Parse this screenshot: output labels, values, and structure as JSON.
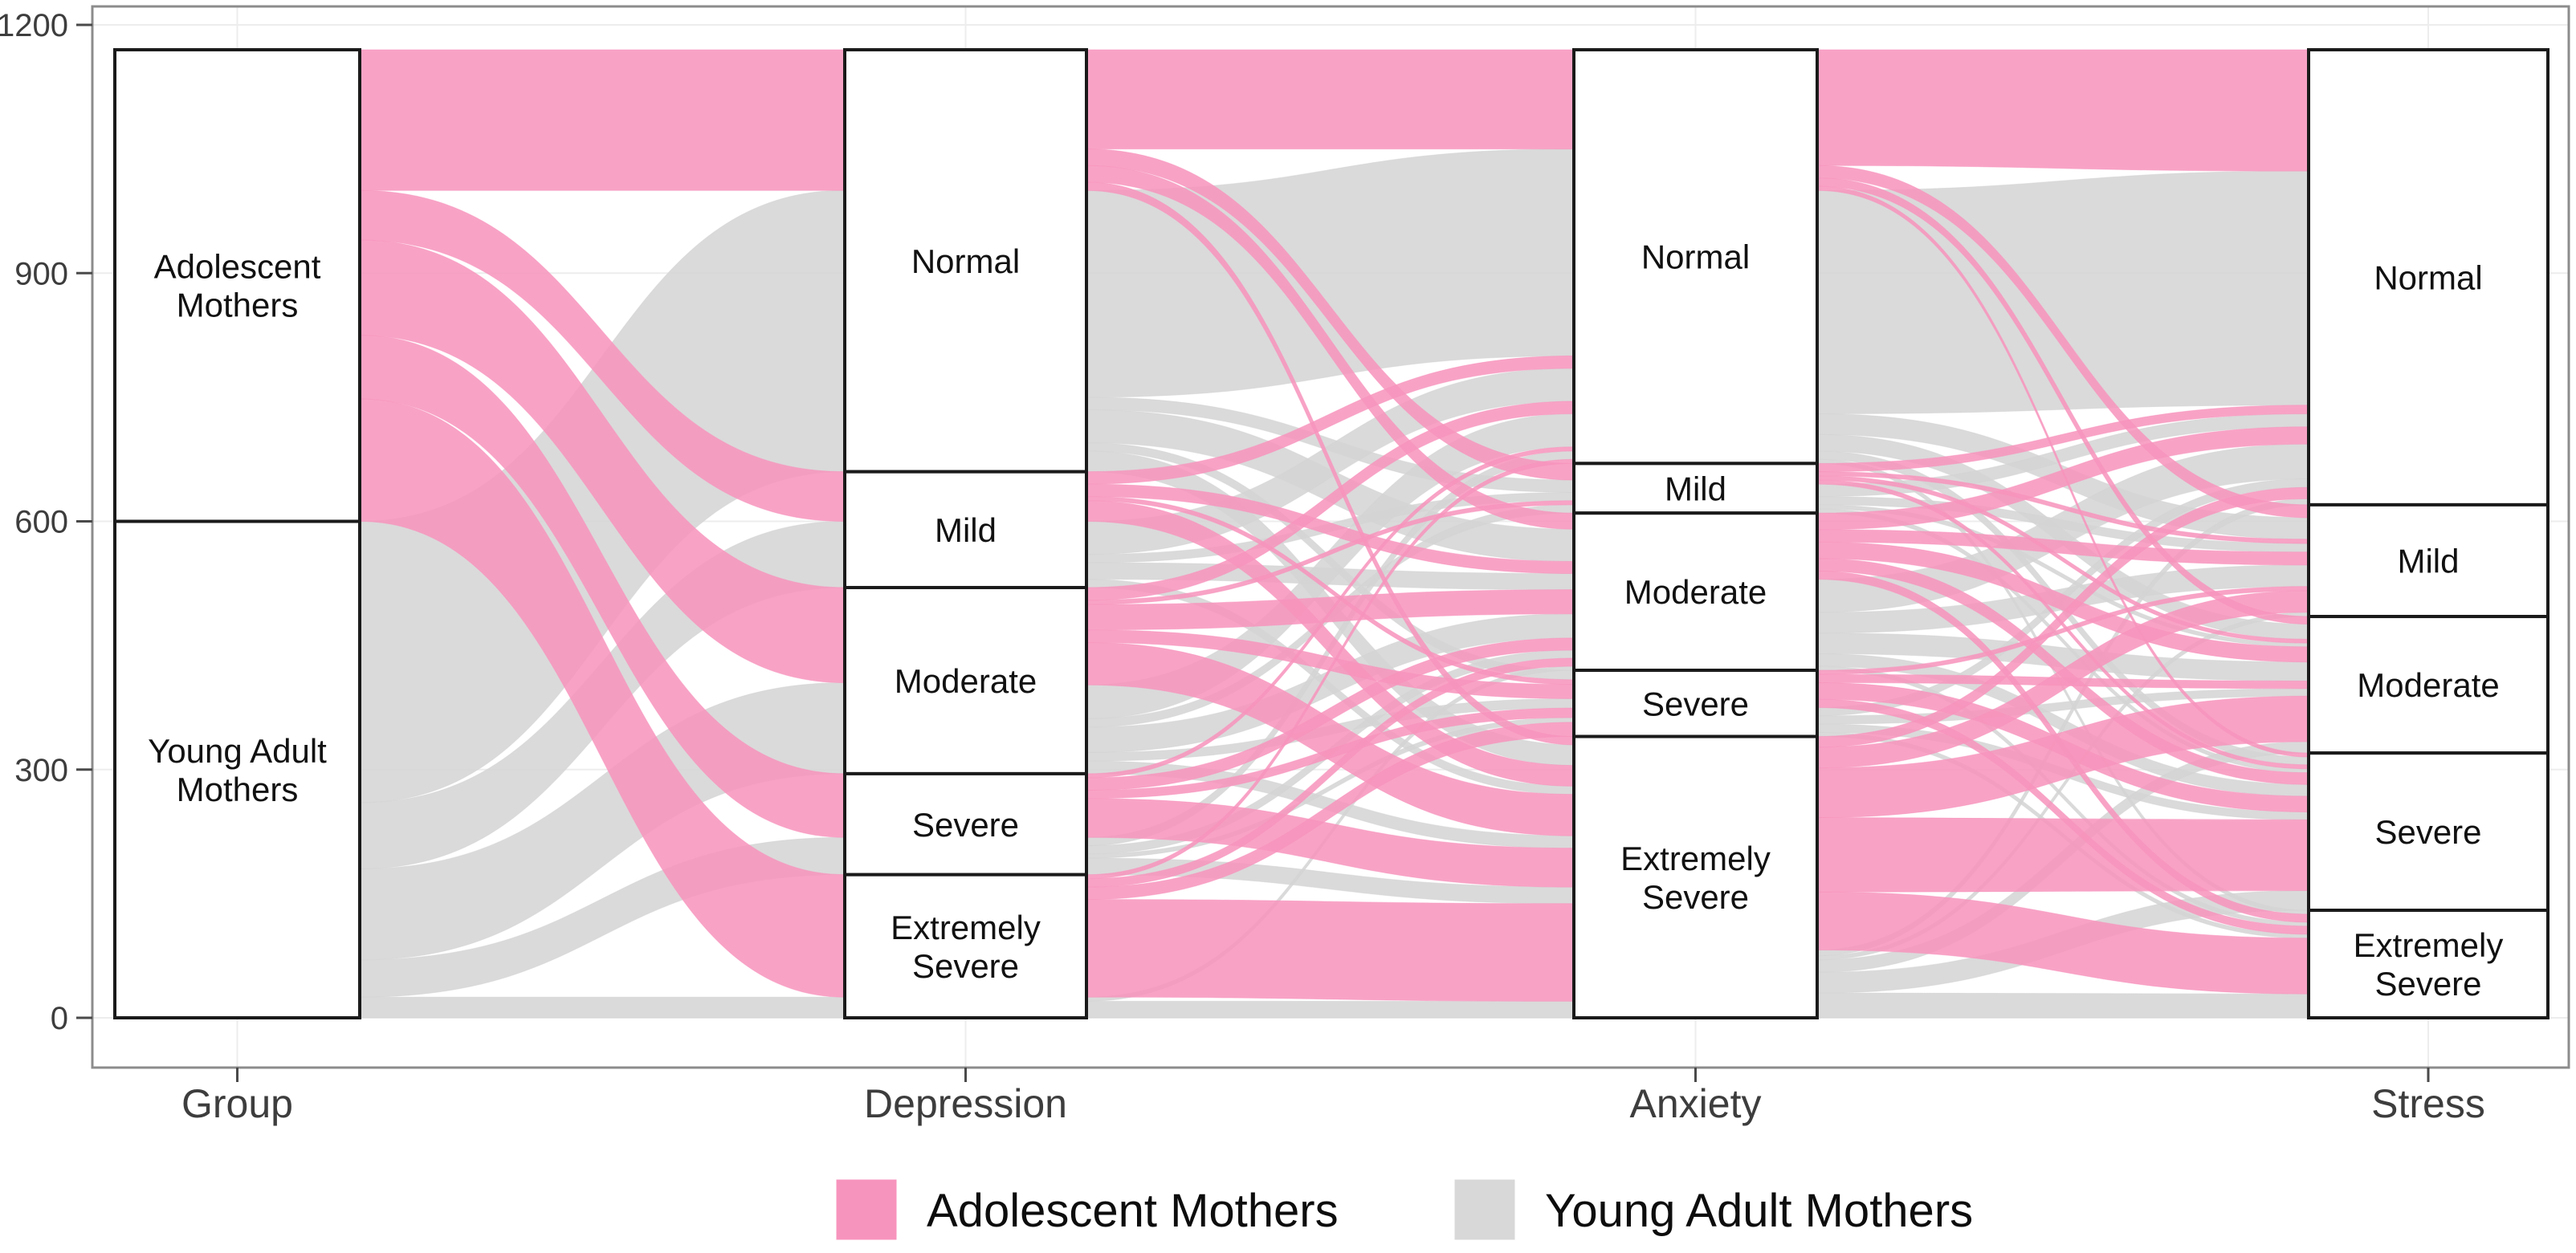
{
  "figure": {
    "background": "#ffffff",
    "panel_border_color": "#8c8c8c",
    "gridline_color": "#ededed",
    "stratum_fill": "#ffffff",
    "stratum_border": "#1a1a1a",
    "tick_color": "#4a4a4a",
    "axis_text_color": "#3d3d3d"
  },
  "y_axis": {
    "tick_labels": [
      "0",
      "300",
      "600",
      "900",
      "1200"
    ],
    "tick_values": [
      0,
      300,
      600,
      900,
      1200
    ]
  },
  "x_axis": {
    "labels": [
      "Group",
      "Depression",
      "Anxiety",
      "Stress"
    ]
  },
  "legend": {
    "items": [
      {
        "label": "Adolescent Mothers",
        "color": "#f794bd"
      },
      {
        "label": "Young Adult Mothers",
        "color": "#d8d8d8"
      }
    ]
  },
  "chart_data": {
    "type": "alluvial",
    "title": "",
    "xlabel": "",
    "ylabel": "",
    "ylim": [
      0,
      1200
    ],
    "total_sample_estimate": 1170,
    "legend_position": "bottom",
    "grid": "faint major gridlines",
    "axes": [
      {
        "name": "Group",
        "strata": [
          {
            "label": "Adolescent Mothers",
            "label_lines": [
              "Adolescent",
              "Mothers"
            ],
            "value": 570
          },
          {
            "label": "Young Adult Mothers",
            "label_lines": [
              "Young Adult",
              "Mothers"
            ],
            "value": 600
          }
        ]
      },
      {
        "name": "Depression",
        "strata": [
          {
            "label": "Normal",
            "label_lines": [
              "Normal"
            ],
            "value": 510
          },
          {
            "label": "Mild",
            "label_lines": [
              "Mild"
            ],
            "value": 140
          },
          {
            "label": "Moderate",
            "label_lines": [
              "Moderate"
            ],
            "value": 225
          },
          {
            "label": "Severe",
            "label_lines": [
              "Severe"
            ],
            "value": 122
          },
          {
            "label": "Extremely Severe",
            "label_lines": [
              "Extremely",
              "Severe"
            ],
            "value": 173
          }
        ]
      },
      {
        "name": "Anxiety",
        "strata": [
          {
            "label": "Normal",
            "label_lines": [
              "Normal"
            ],
            "value": 500
          },
          {
            "label": "Mild",
            "label_lines": [
              "Mild"
            ],
            "value": 60
          },
          {
            "label": "Moderate",
            "label_lines": [
              "Moderate"
            ],
            "value": 190
          },
          {
            "label": "Severe",
            "label_lines": [
              "Severe"
            ],
            "value": 80
          },
          {
            "label": "Extremely Severe",
            "label_lines": [
              "Extremely",
              "Severe"
            ],
            "value": 340
          }
        ]
      },
      {
        "name": "Stress",
        "strata": [
          {
            "label": "Normal",
            "label_lines": [
              "Normal"
            ],
            "value": 550
          },
          {
            "label": "Mild",
            "label_lines": [
              "Mild"
            ],
            "value": 135
          },
          {
            "label": "Moderate",
            "label_lines": [
              "Moderate"
            ],
            "value": 165
          },
          {
            "label": "Severe",
            "label_lines": [
              "Severe"
            ],
            "value": 190
          },
          {
            "label": "Extremely Severe",
            "label_lines": [
              "Extremely",
              "Severe"
            ],
            "value": 130
          }
        ]
      }
    ],
    "groups": [
      {
        "name": "Adolescent Mothers",
        "color": "#f794bd"
      },
      {
        "name": "Young Adult Mothers",
        "color": "#d4d4d4"
      }
    ],
    "flows_note": "values estimated from ribbon thicknesses; format [gap, from_stratum, to_stratum, group, value]",
    "flows": [
      [
        0,
        0,
        0,
        0,
        170
      ],
      [
        0,
        0,
        1,
        0,
        60
      ],
      [
        0,
        0,
        2,
        0,
        115
      ],
      [
        0,
        0,
        3,
        0,
        77
      ],
      [
        0,
        0,
        4,
        0,
        148
      ],
      [
        0,
        1,
        0,
        1,
        340
      ],
      [
        0,
        1,
        1,
        1,
        80
      ],
      [
        0,
        1,
        2,
        1,
        110
      ],
      [
        0,
        1,
        3,
        1,
        45
      ],
      [
        0,
        1,
        4,
        1,
        25
      ],
      [
        1,
        0,
        0,
        0,
        120
      ],
      [
        1,
        0,
        1,
        0,
        20
      ],
      [
        1,
        0,
        2,
        0,
        20
      ],
      [
        1,
        0,
        4,
        0,
        10
      ],
      [
        1,
        0,
        0,
        1,
        250
      ],
      [
        1,
        0,
        1,
        1,
        15
      ],
      [
        1,
        0,
        2,
        1,
        40
      ],
      [
        1,
        0,
        3,
        1,
        10
      ],
      [
        1,
        0,
        4,
        1,
        25
      ],
      [
        1,
        1,
        0,
        0,
        15
      ],
      [
        1,
        1,
        2,
        0,
        15
      ],
      [
        1,
        1,
        3,
        0,
        5
      ],
      [
        1,
        1,
        4,
        0,
        25
      ],
      [
        1,
        1,
        0,
        1,
        40
      ],
      [
        1,
        1,
        1,
        1,
        10
      ],
      [
        1,
        1,
        2,
        1,
        20
      ],
      [
        1,
        1,
        4,
        1,
        10
      ],
      [
        1,
        2,
        0,
        0,
        15
      ],
      [
        1,
        2,
        1,
        0,
        5
      ],
      [
        1,
        2,
        2,
        0,
        30
      ],
      [
        1,
        2,
        3,
        0,
        15
      ],
      [
        1,
        2,
        4,
        0,
        50
      ],
      [
        1,
        2,
        0,
        1,
        40
      ],
      [
        1,
        2,
        1,
        1,
        10
      ],
      [
        1,
        2,
        2,
        1,
        30
      ],
      [
        1,
        2,
        3,
        1,
        10
      ],
      [
        1,
        2,
        4,
        1,
        15
      ],
      [
        1,
        3,
        0,
        0,
        5
      ],
      [
        1,
        3,
        2,
        0,
        15
      ],
      [
        1,
        3,
        3,
        0,
        10
      ],
      [
        1,
        3,
        4,
        0,
        47
      ],
      [
        1,
        3,
        0,
        1,
        10
      ],
      [
        1,
        3,
        2,
        1,
        10
      ],
      [
        1,
        3,
        3,
        1,
        5
      ],
      [
        1,
        3,
        4,
        1,
        20
      ],
      [
        1,
        4,
        0,
        0,
        5
      ],
      [
        1,
        4,
        2,
        0,
        10
      ],
      [
        1,
        4,
        3,
        0,
        15
      ],
      [
        1,
        4,
        4,
        0,
        118
      ],
      [
        1,
        4,
        2,
        1,
        5
      ],
      [
        1,
        4,
        4,
        1,
        20
      ],
      [
        2,
        0,
        0,
        0,
        140
      ],
      [
        2,
        0,
        1,
        0,
        15
      ],
      [
        2,
        0,
        2,
        0,
        10
      ],
      [
        2,
        0,
        3,
        0,
        5
      ],
      [
        2,
        0,
        0,
        1,
        270
      ],
      [
        2,
        0,
        1,
        1,
        25
      ],
      [
        2,
        0,
        2,
        1,
        20
      ],
      [
        2,
        0,
        3,
        1,
        10
      ],
      [
        2,
        0,
        4,
        1,
        5
      ],
      [
        2,
        1,
        0,
        0,
        10
      ],
      [
        2,
        1,
        1,
        0,
        5
      ],
      [
        2,
        1,
        2,
        0,
        5
      ],
      [
        2,
        1,
        3,
        0,
        5
      ],
      [
        2,
        1,
        0,
        1,
        15
      ],
      [
        2,
        1,
        1,
        1,
        10
      ],
      [
        2,
        1,
        2,
        1,
        5
      ],
      [
        2,
        1,
        3,
        1,
        5
      ],
      [
        2,
        2,
        0,
        0,
        20
      ],
      [
        2,
        2,
        1,
        0,
        15
      ],
      [
        2,
        2,
        2,
        0,
        20
      ],
      [
        2,
        2,
        3,
        0,
        15
      ],
      [
        2,
        2,
        4,
        0,
        10
      ],
      [
        2,
        2,
        0,
        1,
        40
      ],
      [
        2,
        2,
        1,
        1,
        25
      ],
      [
        2,
        2,
        2,
        1,
        25
      ],
      [
        2,
        2,
        3,
        1,
        15
      ],
      [
        2,
        2,
        4,
        1,
        5
      ],
      [
        2,
        3,
        1,
        0,
        5
      ],
      [
        2,
        3,
        2,
        0,
        10
      ],
      [
        2,
        3,
        3,
        0,
        20
      ],
      [
        2,
        3,
        4,
        0,
        10
      ],
      [
        2,
        3,
        0,
        1,
        10
      ],
      [
        2,
        3,
        2,
        1,
        10
      ],
      [
        2,
        3,
        3,
        1,
        10
      ],
      [
        2,
        3,
        4,
        1,
        5
      ],
      [
        2,
        4,
        0,
        0,
        13
      ],
      [
        2,
        4,
        1,
        0,
        25
      ],
      [
        2,
        4,
        2,
        0,
        60
      ],
      [
        2,
        4,
        3,
        0,
        90
      ],
      [
        2,
        4,
        4,
        0,
        70
      ],
      [
        2,
        4,
        0,
        1,
        7
      ],
      [
        2,
        4,
        1,
        1,
        5
      ],
      [
        2,
        4,
        2,
        1,
        15
      ],
      [
        2,
        4,
        3,
        1,
        25
      ],
      [
        2,
        4,
        4,
        1,
        30
      ]
    ]
  }
}
